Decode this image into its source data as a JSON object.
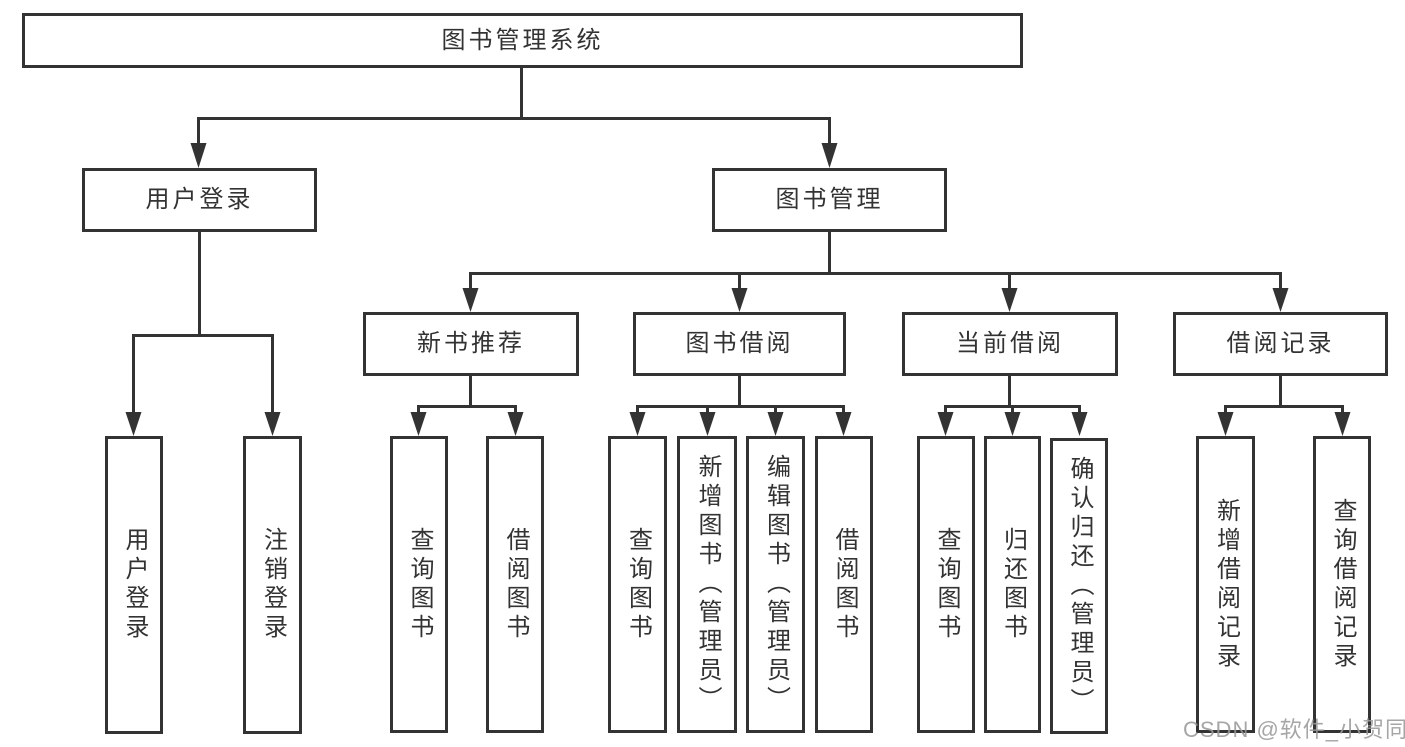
{
  "diagram": {
    "root": {
      "label": "图书管理系统"
    },
    "level2": [
      {
        "label": "用户登录"
      },
      {
        "label": "图书管理"
      }
    ],
    "level3": [
      {
        "label": "新书推荐"
      },
      {
        "label": "图书借阅"
      },
      {
        "label": "当前借阅"
      },
      {
        "label": "借阅记录"
      }
    ],
    "leaves": {
      "user_login": [
        "用户登录",
        "注销登录"
      ],
      "new_book": [
        "查询图书",
        "借阅图书"
      ],
      "book_borrow": [
        "查询图书",
        "新增图书（管理员）",
        "编辑图书（管理员）",
        "借阅图书"
      ],
      "current_borrow": [
        "查询图书",
        "归还图书",
        "确认归还（管理员）"
      ],
      "borrow_record": [
        "新增借阅记录",
        "查询借阅记录"
      ]
    }
  },
  "watermark": "CSDN @软件_小贺同学",
  "colors": {
    "line": "#333333",
    "box_background": "#ffffff",
    "watermark": "#9a9a9a"
  }
}
